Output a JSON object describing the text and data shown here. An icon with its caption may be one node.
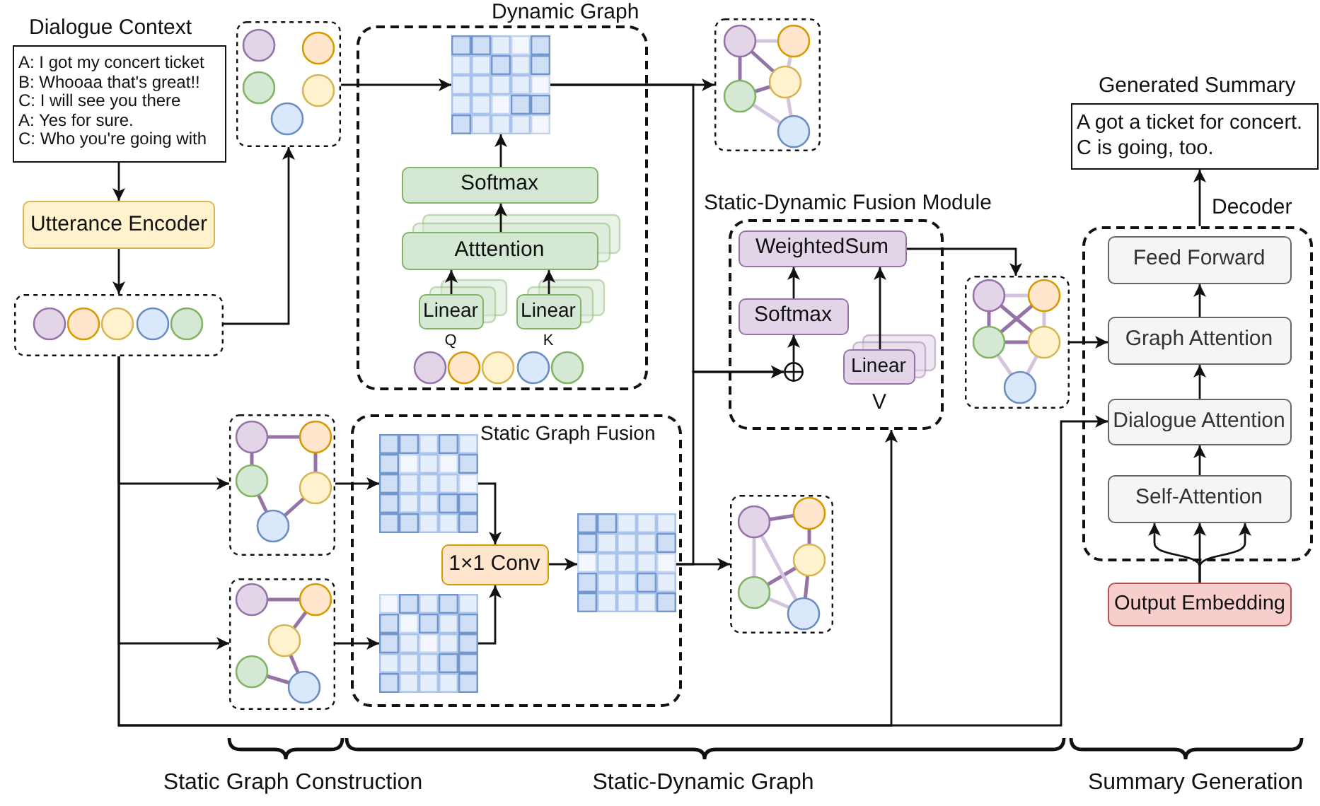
{
  "diagram": {
    "nodes": [
      {
        "text": [
          "Dialogue Context",
          "A: I got my concert ticket",
          "B: Whooaa that's great!!",
          "C: I will see you there",
          "A: Yes for sure.",
          "C: Who you're going with"
        ]
      },
      {
        "text": [
          "Utterance Encoder"
        ]
      },
      {
        "text": [],
        "shape": "picture"
      },
      {
        "text": [],
        "shape": "picture"
      },
      {
        "text": [
          "Dynamic Graph"
        ]
      },
      {
        "text": [],
        "shape": "grid",
        "in": 4
      },
      {
        "text": [
          "Softmax"
        ],
        "in": 4
      },
      {
        "text": [
          "Atttention"
        ],
        "in": 4
      },
      {
        "text": [
          "Linear"
        ],
        "in": 4,
        "beside": [
          "Q"
        ]
      },
      {
        "text": [
          "Linear"
        ],
        "in": 4,
        "beside": [
          "K"
        ]
      },
      {
        "text": [],
        "shape": "picture",
        "in": 4
      },
      {
        "text": [],
        "shape": "picture"
      },
      {
        "text": [],
        "shape": "picture"
      },
      {
        "text": [],
        "shape": "picture"
      },
      {
        "text": [
          "Static Graph Fusion"
        ]
      },
      {
        "text": [],
        "shape": "grid",
        "in": 14
      },
      {
        "text": [
          "1×1 Conv"
        ],
        "in": 14
      },
      {
        "text": [],
        "shape": "grid",
        "in": 14
      },
      {
        "text": [],
        "shape": "grid",
        "in": 14
      },
      {
        "text": [],
        "shape": "picture"
      },
      {
        "text": [
          "Static-Dynamic Fusion Module"
        ]
      },
      {
        "text": [
          "WeightedSum"
        ],
        "in": 20
      },
      {
        "text": [
          "Softmax"
        ],
        "in": 20
      },
      {
        "text": [],
        "shape": "circle",
        "in": 20
      },
      {
        "text": [
          "Linear"
        ],
        "in": 20,
        "beside": [
          "V"
        ]
      },
      {
        "text": [],
        "shape": "picture"
      },
      {
        "text": [
          "Generated Summary",
          "A got a ticket for concert. C is going, too."
        ]
      },
      {
        "text": [
          "Decoder"
        ]
      },
      {
        "text": [
          "Feed Forward"
        ],
        "in": 27
      },
      {
        "text": [
          "Graph Attention"
        ],
        "in": 27
      },
      {
        "text": [
          "Dialogue Attention"
        ],
        "in": 27
      },
      {
        "text": [
          "Self-Attention"
        ],
        "in": 27
      },
      {
        "text": [
          "Output Embedding"
        ]
      }
    ],
    "edges": [
      {
        "from": 0,
        "to": 1,
        "arrow": "to"
      },
      {
        "from": 1,
        "to": 2,
        "arrow": "to"
      },
      {
        "from": 2,
        "to": 3,
        "arrow": "to"
      },
      {
        "from": 3,
        "to": 5,
        "arrow": "to"
      },
      {
        "from": 8,
        "to": 7,
        "arrow": "to"
      },
      {
        "from": 9,
        "to": 7,
        "arrow": "to"
      },
      {
        "from": 7,
        "to": 6,
        "arrow": "to"
      },
      {
        "from": 6,
        "to": 5,
        "arrow": "to"
      },
      {
        "from": 5,
        "to": 11,
        "arrow": "to"
      },
      {
        "from": 5,
        "to": 23,
        "arrow": "to"
      },
      {
        "from": 2,
        "to": 12,
        "arrow": "to"
      },
      {
        "from": 2,
        "to": 13,
        "arrow": "to"
      },
      {
        "from": 12,
        "to": 15,
        "arrow": "to"
      },
      {
        "from": 13,
        "to": 17,
        "arrow": "to"
      },
      {
        "from": 15,
        "to": 16,
        "arrow": "to"
      },
      {
        "from": 17,
        "to": 16,
        "arrow": "to"
      },
      {
        "from": 16,
        "to": 18,
        "arrow": "to"
      },
      {
        "from": 18,
        "to": 19,
        "arrow": "to"
      },
      {
        "from": 18,
        "to": 23,
        "arrow": "to"
      },
      {
        "from": 2,
        "to": 20,
        "arrow": "to"
      },
      {
        "from": 23,
        "to": 22,
        "arrow": "to"
      },
      {
        "from": 22,
        "to": 21,
        "arrow": "to"
      },
      {
        "from": 24,
        "to": 21,
        "arrow": "to"
      },
      {
        "from": 21,
        "to": 25,
        "arrow": "to"
      },
      {
        "from": 25,
        "to": 29,
        "arrow": "to"
      },
      {
        "from": 2,
        "to": 30,
        "arrow": "to"
      },
      {
        "from": 32,
        "to": 31,
        "arrow": "to"
      },
      {
        "from": 32,
        "to": 31,
        "arrow": "to"
      },
      {
        "from": 32,
        "to": 31,
        "arrow": "to"
      },
      {
        "from": 31,
        "to": 30,
        "arrow": "to"
      },
      {
        "from": 30,
        "to": 29,
        "arrow": "to"
      },
      {
        "from": 29,
        "to": 28,
        "arrow": "to"
      },
      {
        "from": 27,
        "to": 26,
        "arrow": "to"
      }
    ],
    "labels": [
      "Static Graph Construction",
      "Static-Dynamic Graph",
      "Summary Generation"
    ]
  }
}
